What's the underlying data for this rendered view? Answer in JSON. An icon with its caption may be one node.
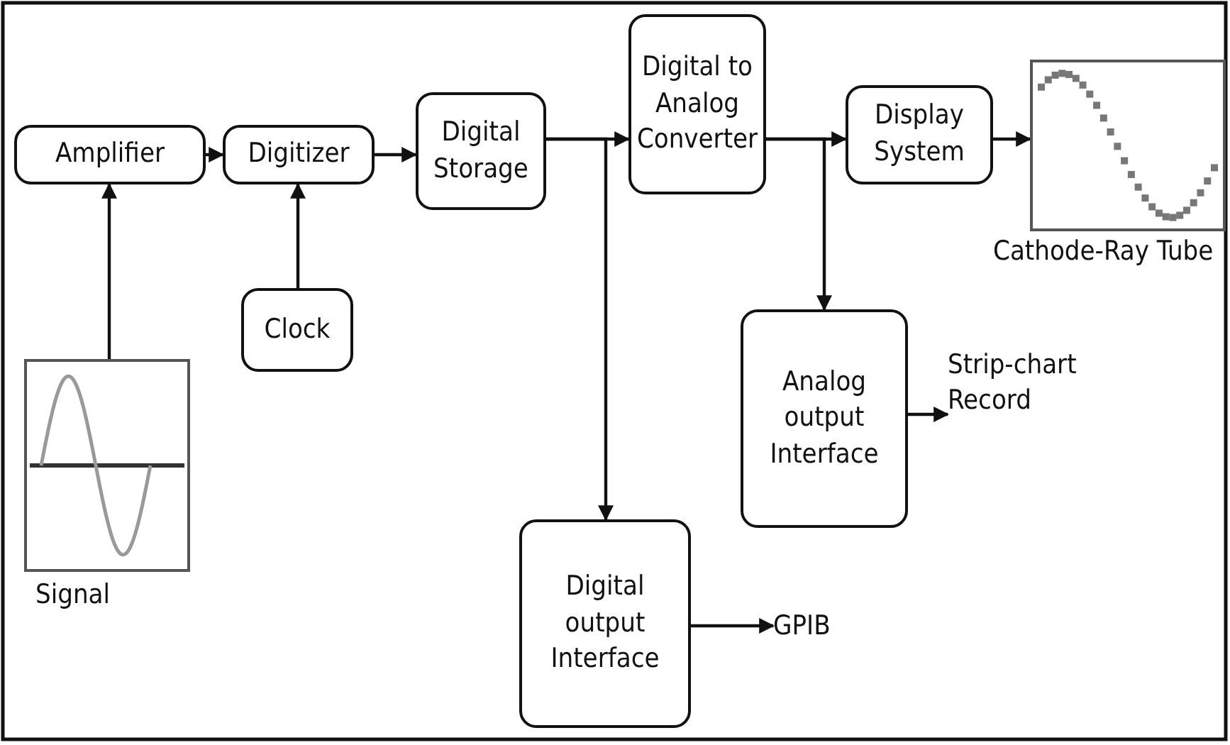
{
  "diagram": {
    "nodes": [
      {
        "text": [
          "Amplifier"
        ]
      },
      {
        "text": [
          "Digitizer"
        ]
      },
      {
        "text": [
          "Digital Storage"
        ]
      },
      {
        "text": [
          "Digital to Analog Converter"
        ]
      },
      {
        "text": [
          "Display System"
        ]
      },
      {
        "text": [],
        "shape": "picture",
        "beside": [
          "Cathode-Ray Tube"
        ]
      },
      {
        "text": [
          "Clock"
        ]
      },
      {
        "text": [],
        "shape": "picture",
        "beside": [
          "Signal"
        ]
      },
      {
        "text": [
          "Analog output Interface"
        ]
      },
      {
        "text": [
          "Strip-chart Record"
        ]
      },
      {
        "text": [
          "Digital output Interface"
        ]
      },
      {
        "text": [
          "GPIB"
        ]
      }
    ],
    "edges": [
      {
        "from": 7,
        "to": 0,
        "arrow": "to"
      },
      {
        "from": 0,
        "to": 1,
        "arrow": "to"
      },
      {
        "from": 6,
        "to": 1,
        "arrow": "to"
      },
      {
        "from": 1,
        "to": 2,
        "arrow": "to"
      },
      {
        "from": 2,
        "to": 3,
        "arrow": "to"
      },
      {
        "from": 2,
        "to": 10,
        "arrow": "to"
      },
      {
        "from": 3,
        "to": 4,
        "arrow": "to"
      },
      {
        "from": 3,
        "to": 8,
        "arrow": "to"
      },
      {
        "from": 4,
        "to": 5,
        "arrow": "to"
      },
      {
        "from": 8,
        "to": 9,
        "arrow": "to"
      },
      {
        "from": 10,
        "to": 11,
        "arrow": "to"
      }
    ]
  }
}
